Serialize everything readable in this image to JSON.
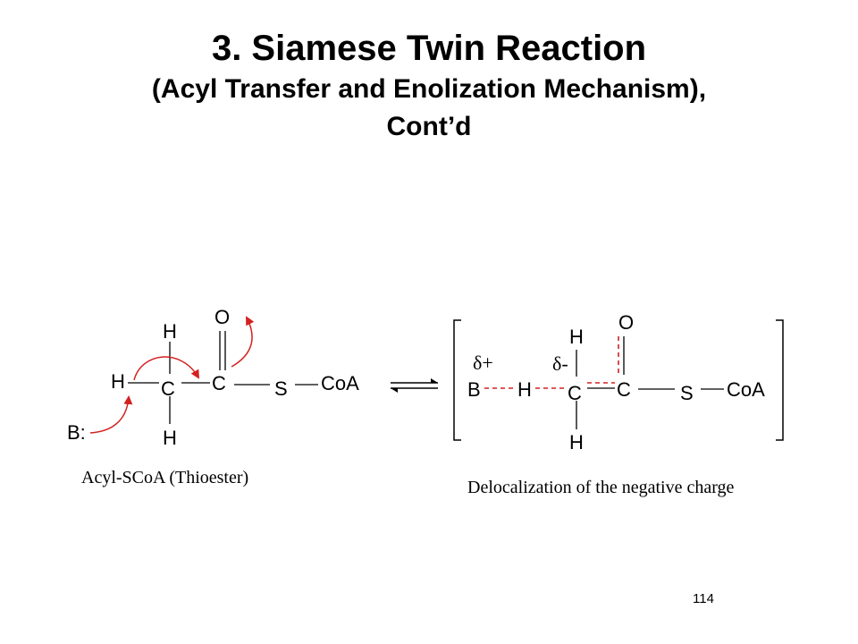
{
  "title": {
    "line1": "3. Siamese Twin Reaction",
    "line2": "(Acyl Transfer and Enolization Mechanism),",
    "line3": "Cont’d"
  },
  "left_structure": {
    "atoms": {
      "base": "B:",
      "h_alpha": "H",
      "c_alpha": "C",
      "h_top": "H",
      "h_bottom": "H",
      "c_carbonyl": "C",
      "o": "O",
      "s": "S",
      "coa": "CoA"
    },
    "caption": "Acyl-SCoA (Thioester)"
  },
  "right_structure": {
    "atoms": {
      "b": "B",
      "h_bridge": "H",
      "c_alpha": "C",
      "h_top": "H",
      "h_bottom": "H",
      "c_carbonyl": "C",
      "o": "O",
      "s": "S",
      "coa": "CoA"
    },
    "delta_plus": "δ+",
    "delta_minus": "δ-",
    "caption": "Delocalization of the negative charge"
  },
  "colors": {
    "arrow_red": "#d42020",
    "dashed_red": "#d42020",
    "bond": "#000000"
  },
  "page_number": "114"
}
